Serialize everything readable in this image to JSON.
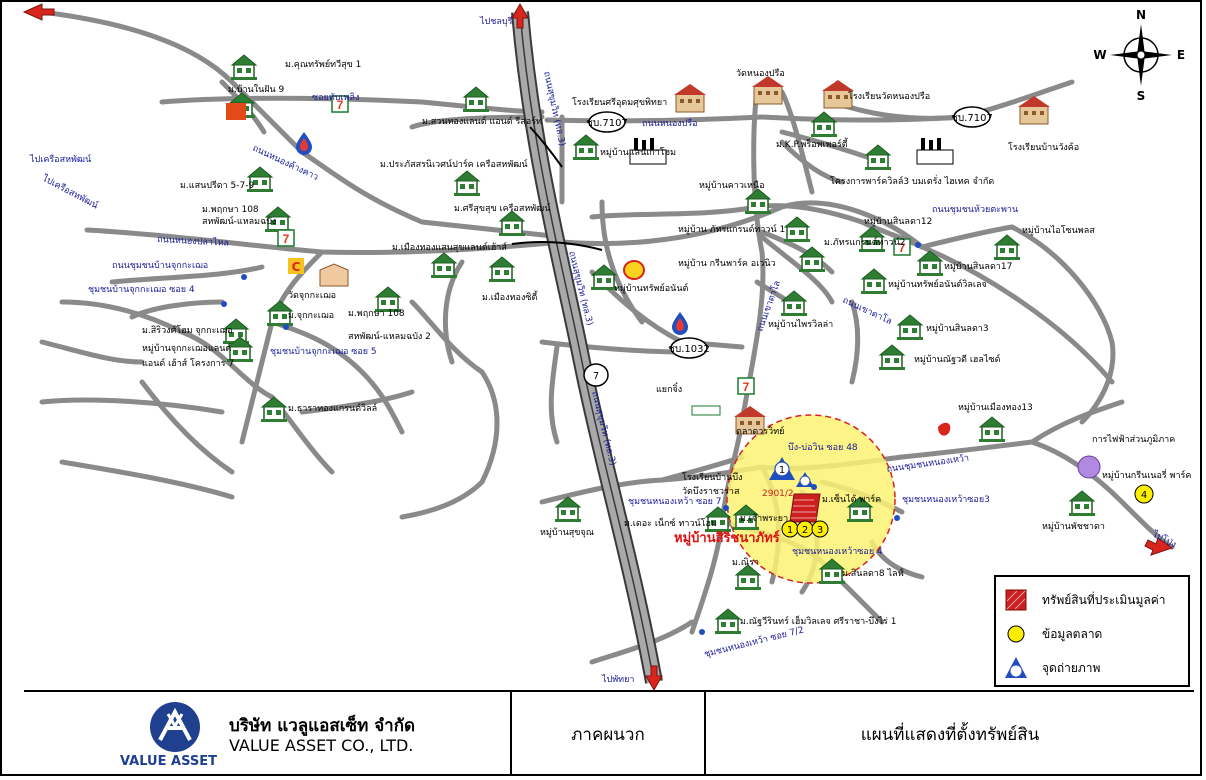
{
  "colors": {
    "road": "#8a8a8a",
    "highway_edge": "#3a3a3a",
    "water_road_label": "#1a1a99",
    "subject_property": "#cc1f1f",
    "market_marker": "#ffee00",
    "radius_circle_fill": "#fbf271",
    "radius_circle_edge": "#d92020",
    "village_icon": "#2e7d32",
    "logo_blue": "#1f3f8f"
  },
  "compass": {
    "n": "N",
    "s": "S",
    "e": "E",
    "w": "W"
  },
  "direction_labels": {
    "to_chonburi": "ไปชลบุรี",
    "to_sattahip_port_1": "ไปเครือสหพัฒน์",
    "to_sattahip_port_2": "ไปเครือสหพัฒน์",
    "to_pattaya": "ไปพัทยา",
    "to_pong": "ไปโป่ง"
  },
  "road_names": {
    "highway": "ถนนสุขุมวิท (ทล.3)",
    "road_7107_left": "ชบ.7107",
    "road_7107_right": "ชบ.7107",
    "road_1032": "ชบ.1032",
    "route_7": "7",
    "nong_pru_road": "ถนนหนองปรือ",
    "nong_khang_kok_road": "ถนนหนองค้างคาว",
    "soi_huai_tapan": "ถนนชุมชนห้วยตะพาน",
    "nong_pla_lai_road": "ถนนหนองปลาไหล",
    "sukhumvit_label_2": "ถนนสุขุมวิท (ทล.3)",
    "soi_khao_talo": "ถนนเขาตาโล",
    "nong_hiao_road": "ถนนชุมชนหนองเหว้า"
  },
  "labels": {
    "m_kunsap": "ม.คุณทรัพย์ทวีสุข 1",
    "m_nai_khun_9": "ม.บ้านในฝัน 9",
    "soi_khap_thoei": "ซอยทับเพลิง",
    "m_suan_thong": "ม.สวนทองแลนด์ แอนด์ รีสอร์ท",
    "m_prachaya": "ม.ประภัสสรนิเวศน์ปาร์ค เครือสหพัฒน์",
    "m_srisuk": "ม.ศรีสุขสุข เครือสหพัฒน์",
    "m_saenpri": "ม.แสนปรีดา 5-7-9",
    "m_phrueksa108": "ม.พฤกษา 108",
    "sahaphat_chai": "สหพัฒน์-แหลมฉบัง",
    "m_mueang_thong": "ม.เมืองทองแสนสุขแลนด์เฮ้าส์",
    "m_mueang_thong_sixty": "ม.เมืองทองซิตี้",
    "wat_juk": "วัดจุกกะเฌอ",
    "m_phrueksa108_2": "ม.พฤกษา 108",
    "sahaphat_2": "สหพัฒน์-แหลมฉบัง 2",
    "m_juk": "ม.จุกกะเฌอ",
    "soi_juk5": "ชุมชนบ้านจุกกะเฌอ ซอย 5",
    "soi_juk4": "ชุมชนบ้านจุกกะเฌอ ซอย 4",
    "road_juk": "ถนนชุมชนบ้านจุกกะเฌอ",
    "m_siriwong": "ม.สิริวงศ์โฮม จุกกะเฌอ",
    "m_juk_land": "หมู่บ้านจุกกะเฌอแลนด์",
    "m_and_leo": "แอนด์ เฮ้าส์ โครงการ 7",
    "m_thara_thong": "ม.ธาราทองแกรนด์วิลล์",
    "school_sriudom": "โรงเรียนศรีอุดมศุขพิทยา",
    "wat_nong_pru": "วัดหนองปรือ",
    "school_wat_nong_pru": "โรงเรียนวัดหนองปรือ",
    "m_kp": "ม.K.P.พร็อพเพอร์ตี้",
    "m_saen_kaew": "หมู่บ้านแสนเก้าโฮม",
    "m_khao_nuea": "หมู่บ้านคาวเหนือ",
    "project_park3": "โครงการพาร์ควิลล์3",
    "factory": "บมเตรั่ง ไฮเทค จำกัด",
    "school_ban_wang": "โรงเรียนบ้านวังค้อ",
    "m_phatra": "หมู่บ้าน ภัทรแกรนด์ทาวน์ 1",
    "m_green_park": "หมู่บ้าน กรีนพาร์ค อเวนิว",
    "m_sinlada12": "หมู่บ้านสินลดา12",
    "m_bangna": "ม.ภัทรแกรนด์ทาวน์2",
    "m_sinlada17": "หมู่บ้านสินลดา17",
    "m_ocean": "หมู่บ้านไอโซนพลส",
    "m_sapchanthawi": "หมู่บ้านทรัพย์อนันต์วิลเลจ",
    "m_sap_anan": "หมู่บ้านทรัพย์อนันต์",
    "m_phaiwila": "หมู่บ้านไพรวิลล่า",
    "m_sinlada3": "หมู่บ้านสินลดา3",
    "m_chaiyarat": "หมู่บ้านณัฐวดี เฮลไซด์",
    "yaek_ming": "แยกจิ๋ง",
    "m_mueang_thong13": "หมู่บ้านเมืองทอง13",
    "market": "ตลาดวรวิทย์",
    "nong_nam": "บึง-บ่อวิน ซอย 48",
    "school_ban_bung": "โรงเรียนบ้านบึง",
    "wat_bung": "วัดบึงราชวราส",
    "soi_nong_hiao7": "ชุมชนหนองเหว้า ซอย 7",
    "m_the_avenue": "ม.เดอะ เน็กซ์ ทาวน์โฮม",
    "m_chaophraya": "ม.เจ้าพระยา",
    "m_sena_park": "ม.เซ็นไต้ พาร์ค",
    "subject_village": "หมู่บ้านสิริชนาภัทร์",
    "soi_nong_hiao4": "ชุมชนหนองเหว้าซอย 4",
    "soi_nong_hiao3": "ชุมชนหนองเหว้าซอย3",
    "m_suk_chai": "หมู่บ้านสุขจุณ",
    "m_nipha": "ม.ณิรา",
    "m_sinlada8": "ม.สินลดา8 ไลฟ์",
    "m_siriwan": "ม.ณัฐวีรินทร์ เฮ็มวิลเลจ ศรีราชา-บึงไร่ 1",
    "soi_nong_hiao72": "ชุมชนหนองเหว้า ซอย 7/2",
    "pea": "การไฟฟ้าส่วนภูมิภาค",
    "m_green_nursery": "หมู่บ้านกรีนเนอรี่ พาร์ค",
    "m_phatchara": "หมู่บ้านพัชชาดา",
    "code_2901": "2901/2"
  },
  "photo_points": [
    "1",
    "2"
  ],
  "market_points": [
    "1",
    "2",
    "3",
    "4"
  ],
  "legend": {
    "subject": "ทรัพย์สินที่ประเมินมูลค่า",
    "market": "ข้อมูลตลาด",
    "photo": "จุดถ่ายภาพ"
  },
  "title_block": {
    "company_th": "บริษัท แวลูแอสเซ็ท จำกัด",
    "company_en": "VALUE ASSET CO., LTD.",
    "logo_text": "VALUE ASSET",
    "section": "ภาคผนวก",
    "map_title": "แผนที่แสดงที่ตั้งทรัพย์สิน"
  }
}
